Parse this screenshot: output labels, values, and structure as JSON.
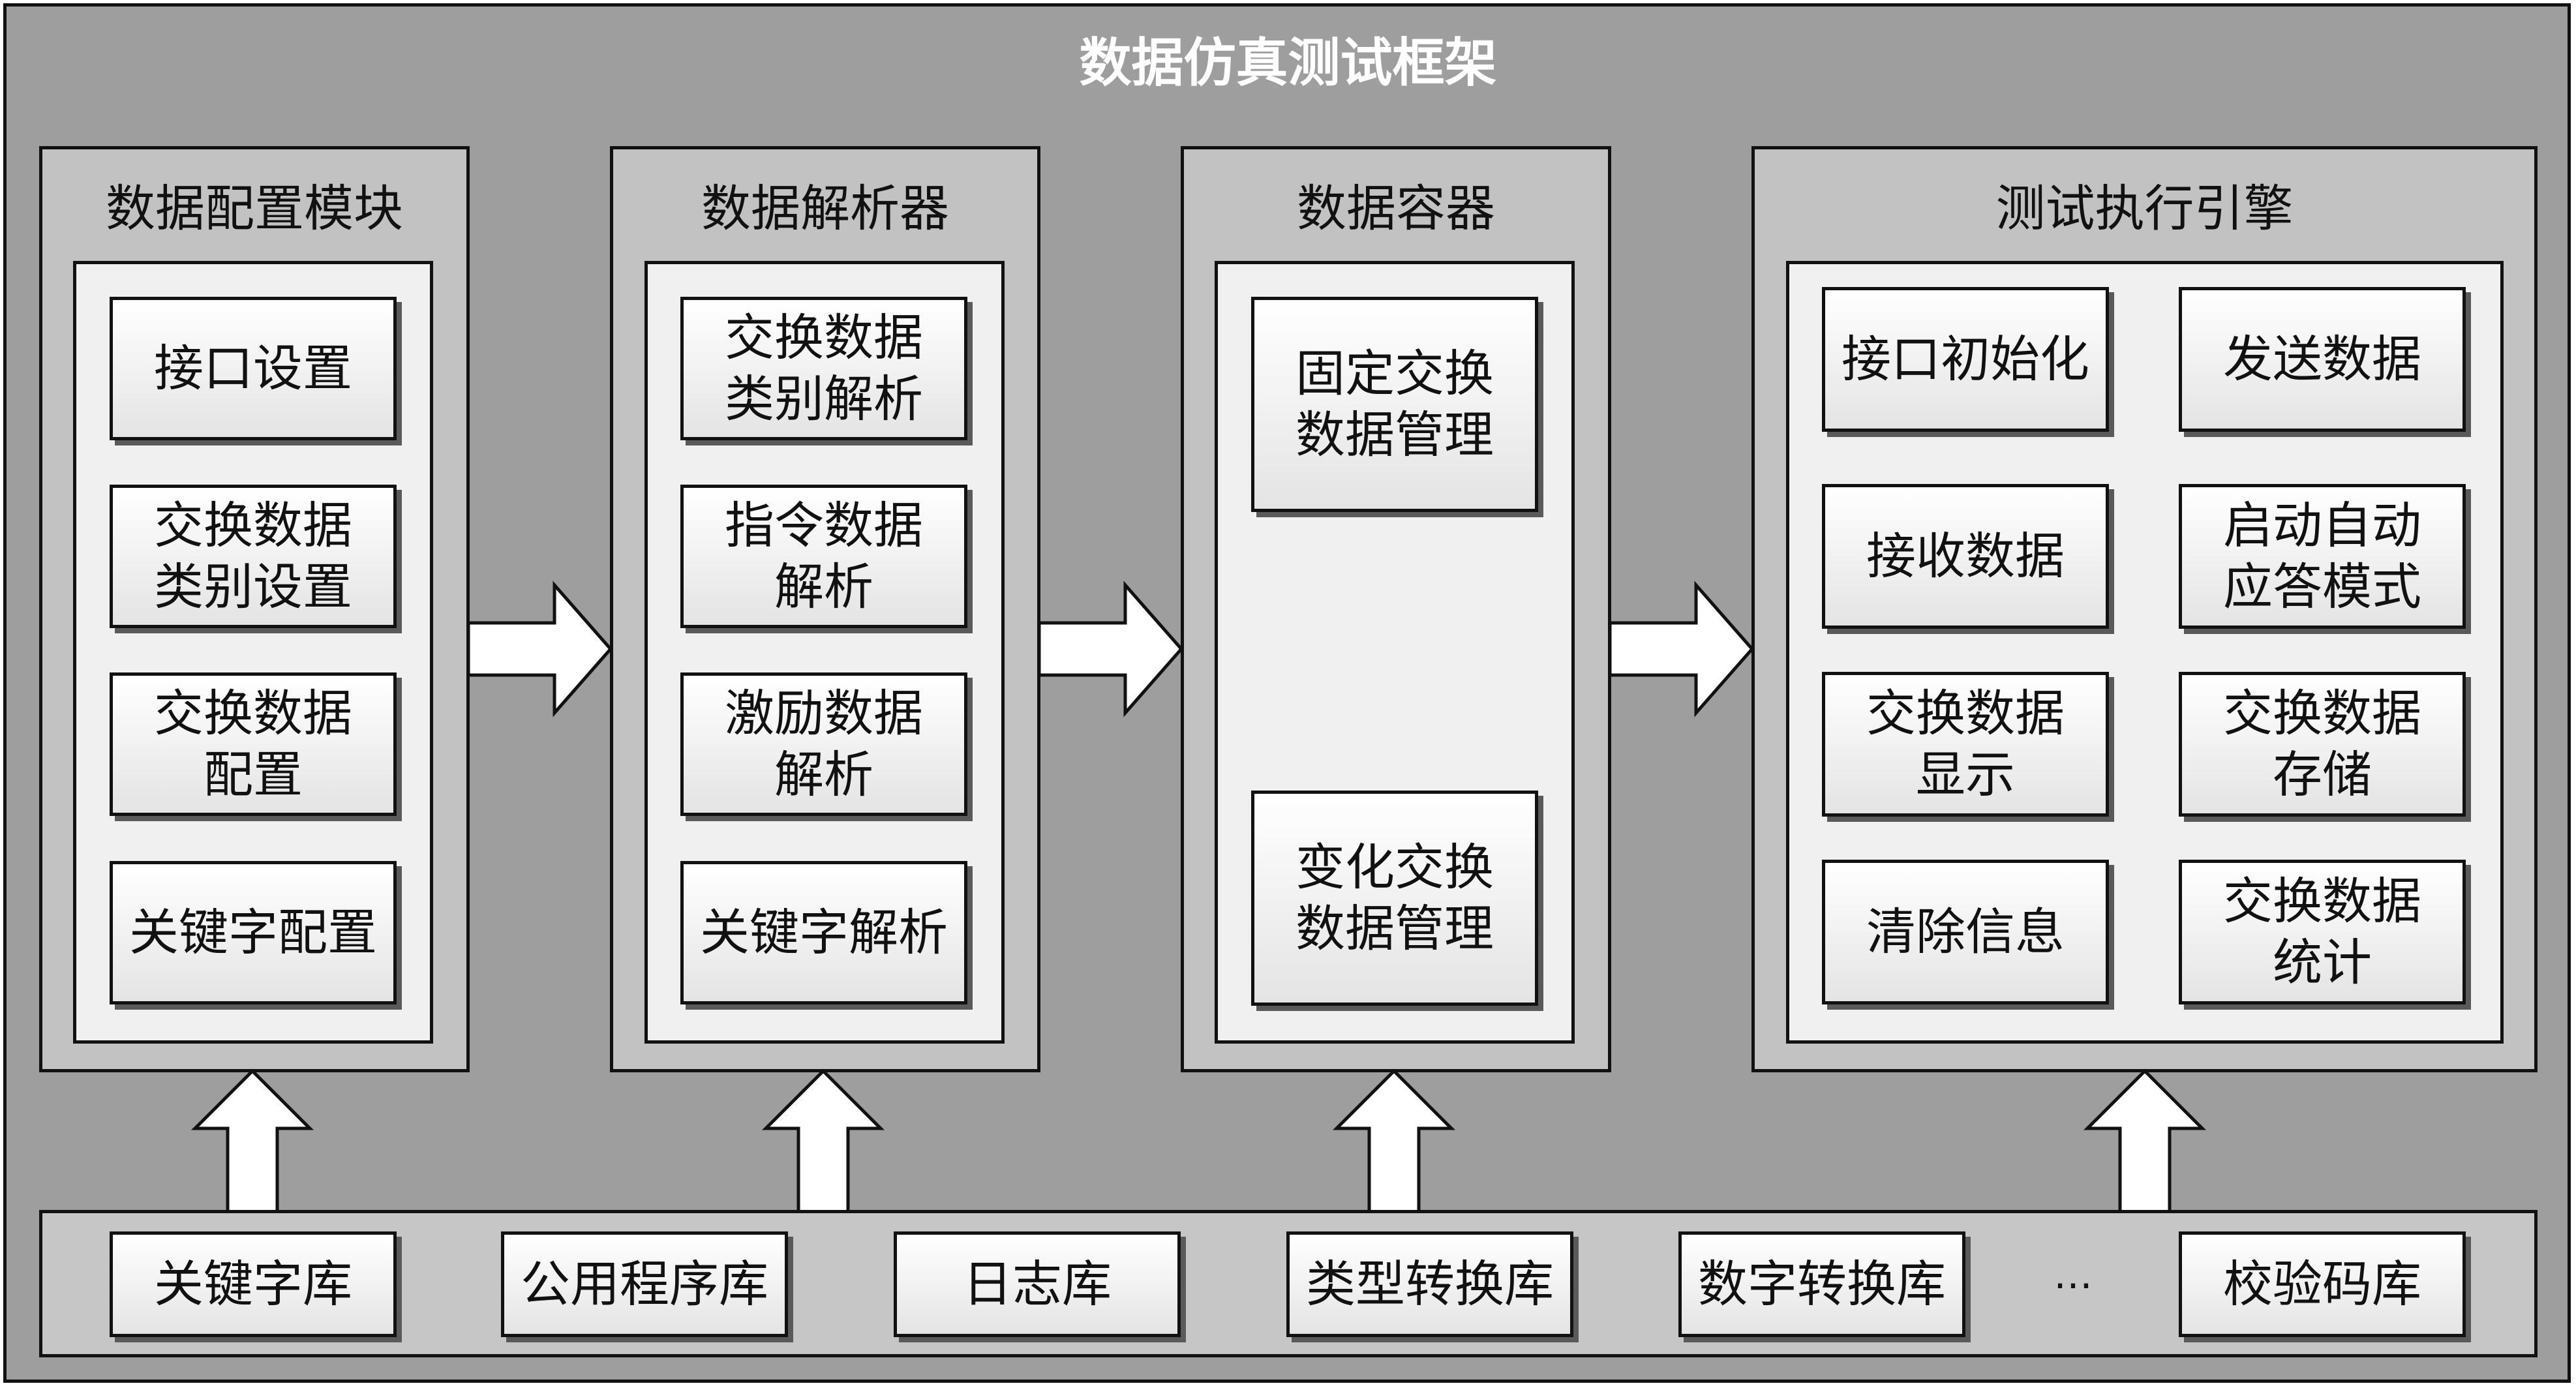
{
  "title": "数据仿真测试框架",
  "modules": [
    {
      "title": "数据配置模块",
      "items": [
        "接口设置",
        "交换数据\n类别设置",
        "交换数据\n配置",
        "关键字配置"
      ]
    },
    {
      "title": "数据解析器",
      "items": [
        "交换数据\n类别解析",
        "指令数据\n解析",
        "激励数据\n解析",
        "关键字解析"
      ]
    },
    {
      "title": "数据容器",
      "items": [
        "固定交换\n数据管理",
        "变化交换\n数据管理"
      ]
    },
    {
      "title": "测试执行引擎",
      "items": [
        "接口初始化",
        "发送数据",
        "接收数据",
        "启动自动\n应答模式",
        "交换数据\n显示",
        "交换数据\n存储",
        "清除信息",
        "交换数据\n统计"
      ]
    }
  ],
  "libraries": [
    "关键字库",
    "公用程序库",
    "日志库",
    "类型转换库",
    "数字转换库",
    "…",
    "校验码库"
  ]
}
